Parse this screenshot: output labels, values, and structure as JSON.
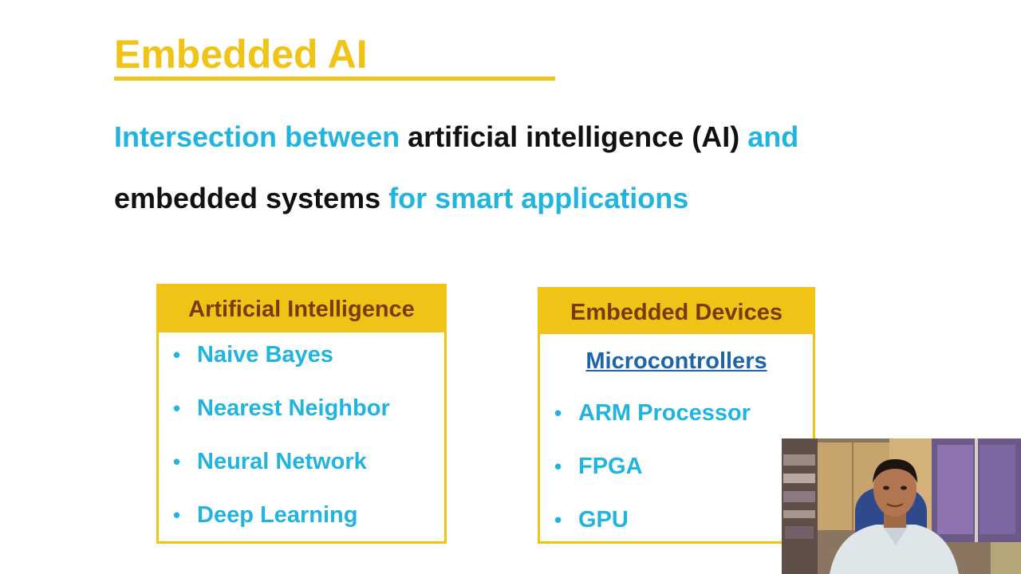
{
  "slide": {
    "title": "Embedded AI",
    "intro": {
      "line1": {
        "part1": "Intersection between ",
        "part2": "artificial intelligence (AI) ",
        "part3": "and"
      },
      "line2": {
        "part1": "embedded systems ",
        "part2": "for smart applications"
      }
    },
    "ai_card": {
      "header": "Artificial Intelligence",
      "items": [
        "Naive Bayes",
        "Nearest Neighbor",
        "Neural Network",
        "Deep Learning"
      ]
    },
    "devices_card": {
      "header": "Embedded Devices",
      "subheading": "Microcontrollers",
      "items": [
        "ARM Processor",
        "FPGA",
        "GPU"
      ]
    },
    "bullet": "•",
    "colors": {
      "accent_yellow": "#f2c317",
      "cyan_text": "#20b4df",
      "header_brown": "#7a3b0c",
      "link_blue": "#1c65a8",
      "body_black": "#111111"
    },
    "webcam": {
      "content": "presenter-video"
    }
  }
}
